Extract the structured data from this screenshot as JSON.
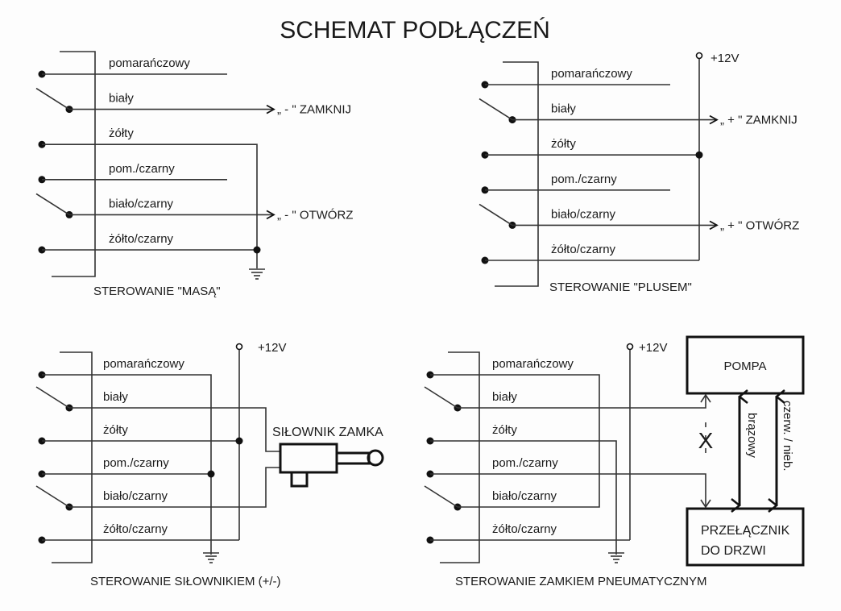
{
  "title": "SCHEMAT PODŁĄCZEŃ",
  "wire_labels": [
    "pomarańczowy",
    "biały",
    "żółty",
    "pom./czarny",
    "biało/czarny",
    "żółto/czarny"
  ],
  "panels": {
    "masa": {
      "caption": "STEROWANIE \"MASĄ\"",
      "close_label": "„ - \" ZAMKNIJ",
      "open_label": "„ - \" OTWÓRZ"
    },
    "plus": {
      "caption": "STEROWANIE \"PLUSEM\"",
      "supply": "+12V",
      "close_label": "„ + \" ZAMKNIJ",
      "open_label": "„ + \" OTWÓRZ"
    },
    "actuator": {
      "caption": "STEROWANIE SIŁOWNIKIEM (+/-)",
      "supply": "+12V",
      "device": "SIŁOWNIK ZAMKA"
    },
    "pneumatic": {
      "caption": "STEROWANIE ZAMKIEM PNEUMATYCZNYM",
      "supply": "+12V",
      "pump": "POMPA",
      "switch_line1": "PRZEŁĄCZNIK",
      "switch_line2": "DO DRZWI",
      "cross": "X",
      "hose1": "brązowy",
      "hose2": "czerw. / nieb."
    }
  }
}
